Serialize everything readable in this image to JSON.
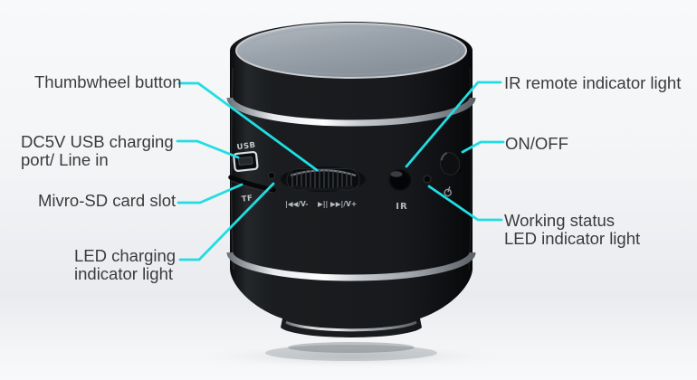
{
  "annotations": {
    "thumbwheel": "Thumbwheel button",
    "dc5v_line1": "DC5V USB charging",
    "dc5v_line2": "port/ Line in",
    "sd": "Mivro-SD card slot",
    "led_line1": "LED charging",
    "led_line2": "indicator light",
    "ir": "IR remote indicator light",
    "onoff": "ON/OFF",
    "working_line1": "Working status",
    "working_line2": "LED indicator light"
  },
  "markings": {
    "usb": "USB",
    "tf": "TF",
    "prev_vol_down": "|◀◀/V-",
    "play_pause": "▶||",
    "next_vol_up": "▶▶|/V+",
    "ir": "IR",
    "power_icon": "power-symbol"
  },
  "colors": {
    "callout_line": "#21DDE3",
    "annotation_text": "#3A3B3D",
    "speaker_body": "#17191C",
    "speaker_top_face": "#99A1A9",
    "silver_ring": "#D9DCDE",
    "background": "#F2F4F6"
  }
}
